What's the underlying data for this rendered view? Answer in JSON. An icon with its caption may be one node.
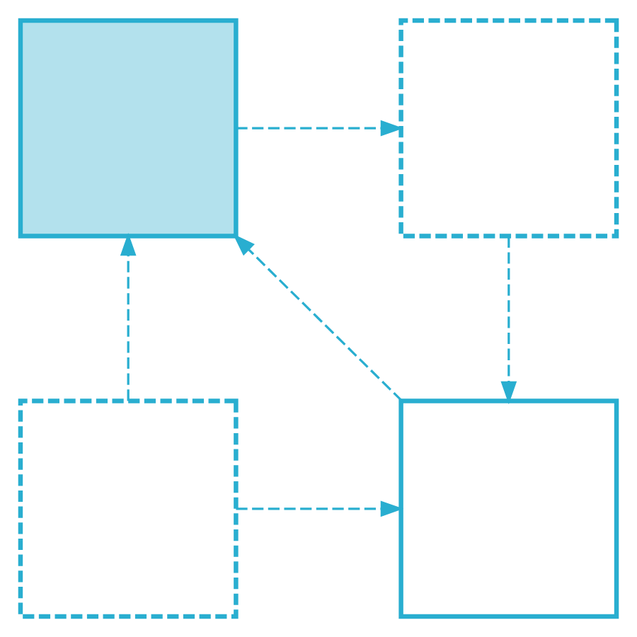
{
  "diagram": {
    "nodes": [
      {
        "text": [],
        "shape": "box"
      },
      {
        "text": [],
        "shape": "box"
      },
      {
        "text": [],
        "shape": "box"
      },
      {
        "text": [],
        "shape": "box"
      }
    ],
    "edges": [
      {
        "from": 0,
        "to": 1,
        "arrow": "to",
        "style": "dashed"
      },
      {
        "from": 1,
        "to": 3,
        "arrow": "to",
        "style": "dashed"
      },
      {
        "from": 3,
        "to": 0,
        "arrow": "to",
        "style": "dashed"
      },
      {
        "from": 2,
        "to": 0,
        "arrow": "to",
        "style": "dashed"
      },
      {
        "from": 2,
        "to": 3,
        "arrow": "to",
        "style": "dashed"
      }
    ]
  }
}
